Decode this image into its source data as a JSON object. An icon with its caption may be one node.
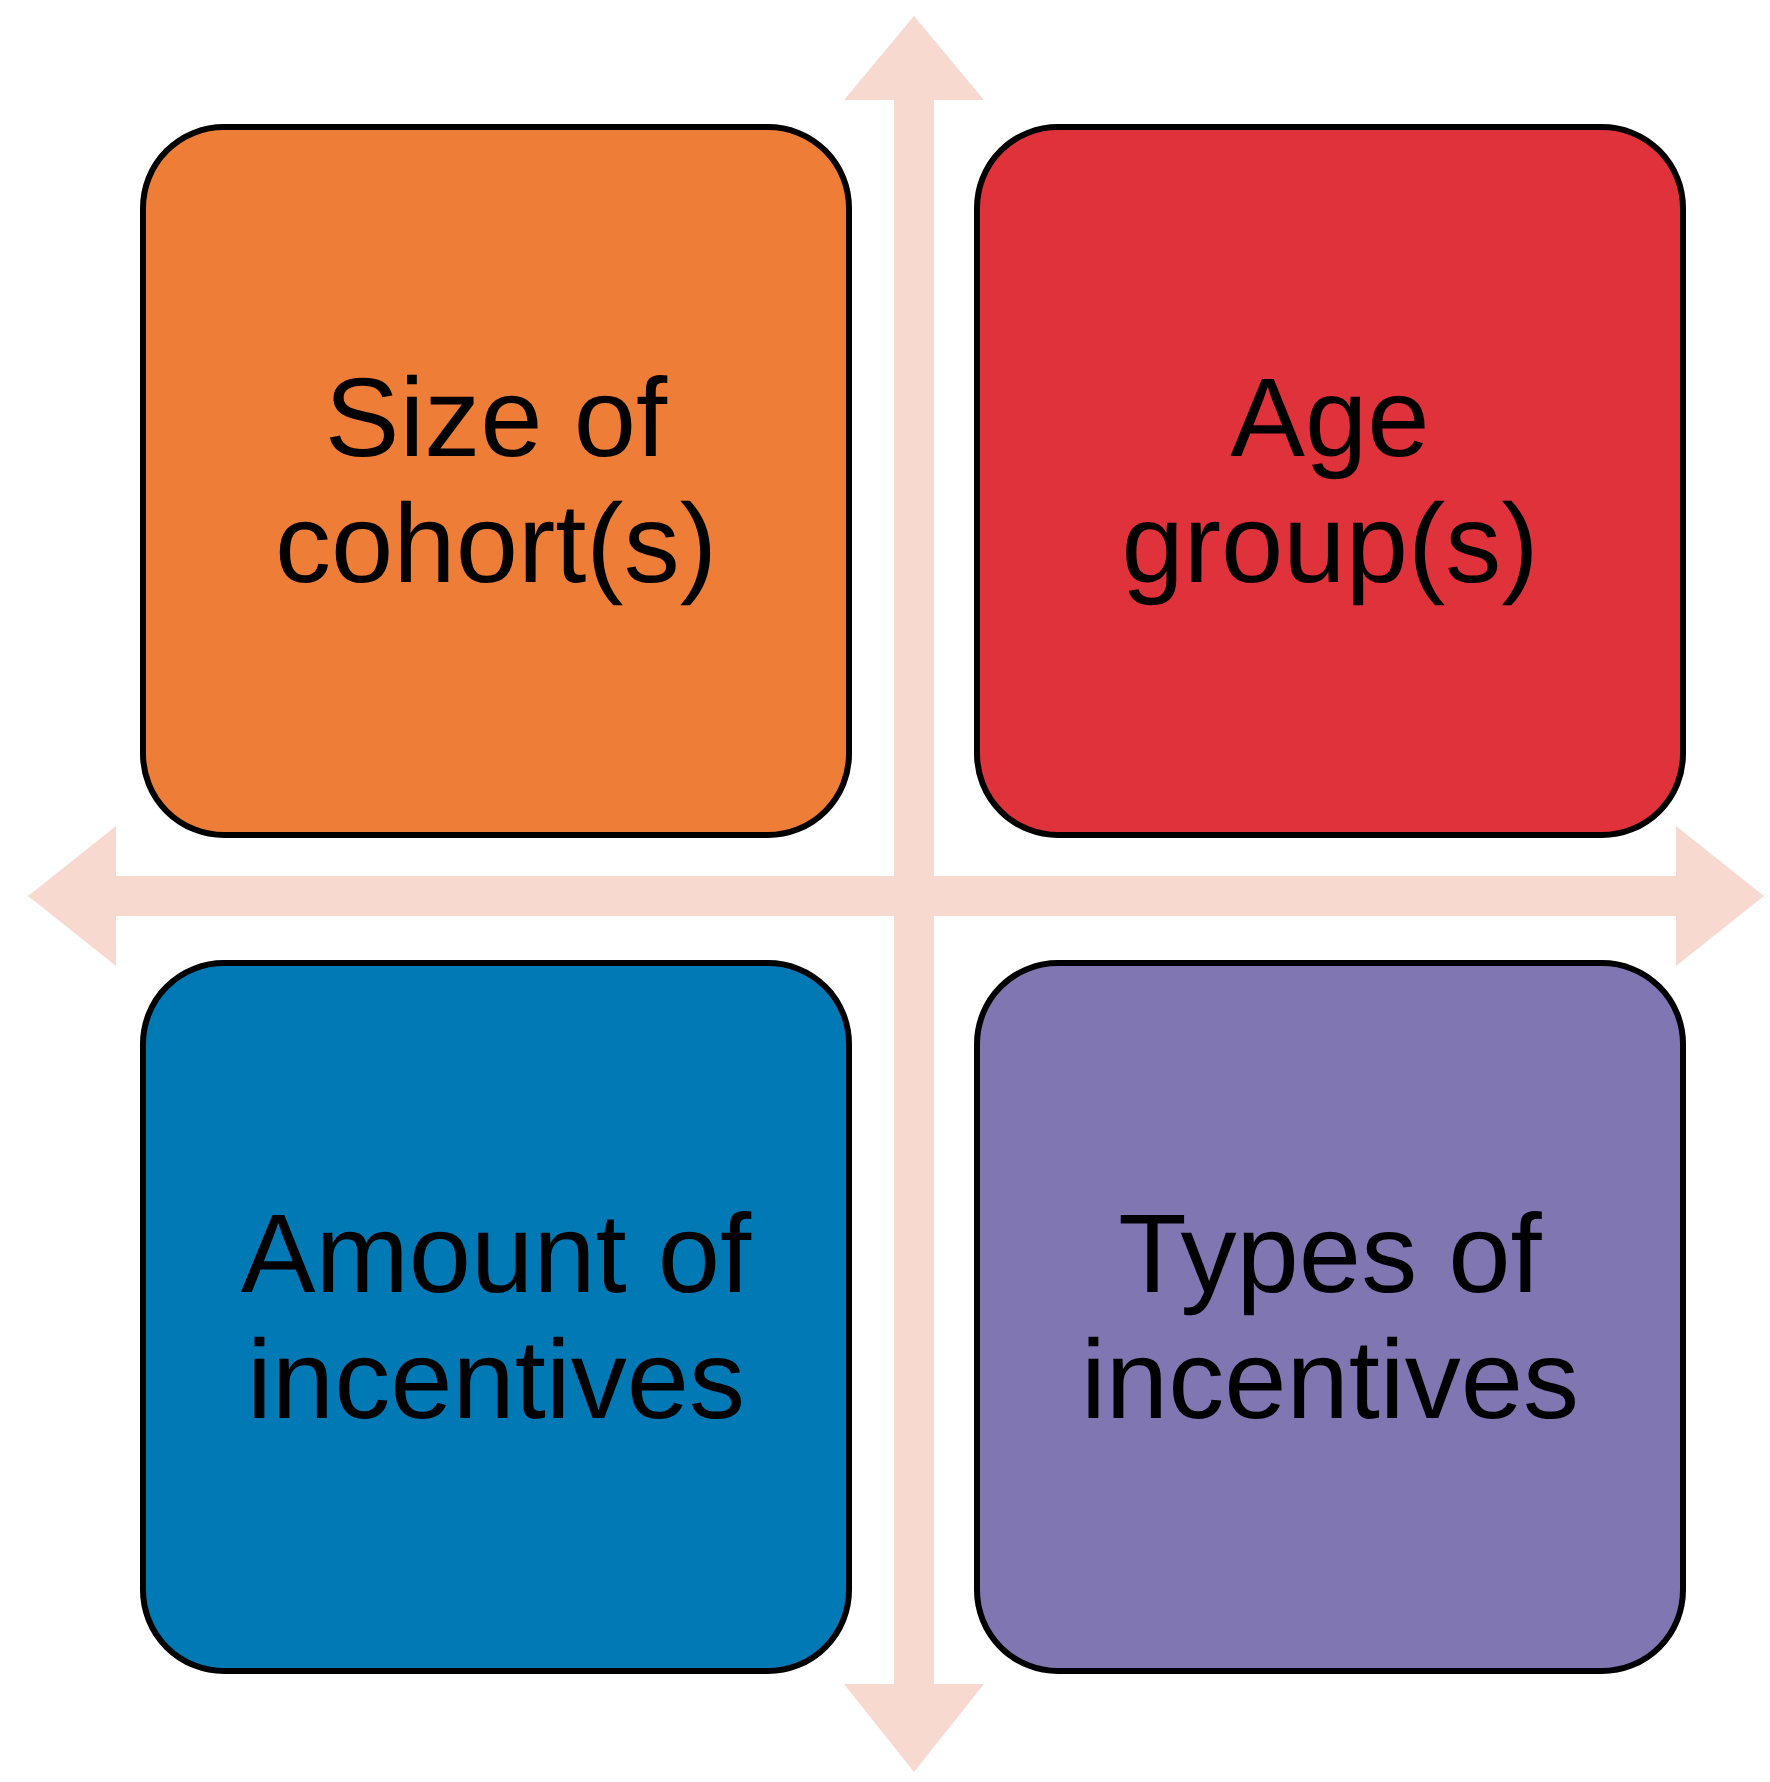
{
  "diagram": {
    "nodes": [
      {
        "text": [
          "Size of cohort(s)"
        ]
      },
      {
        "text": [
          "Age group(s)"
        ]
      },
      {
        "text": [
          "Amount of incentives"
        ]
      },
      {
        "text": [
          "Types of incentives"
        ]
      }
    ]
  }
}
